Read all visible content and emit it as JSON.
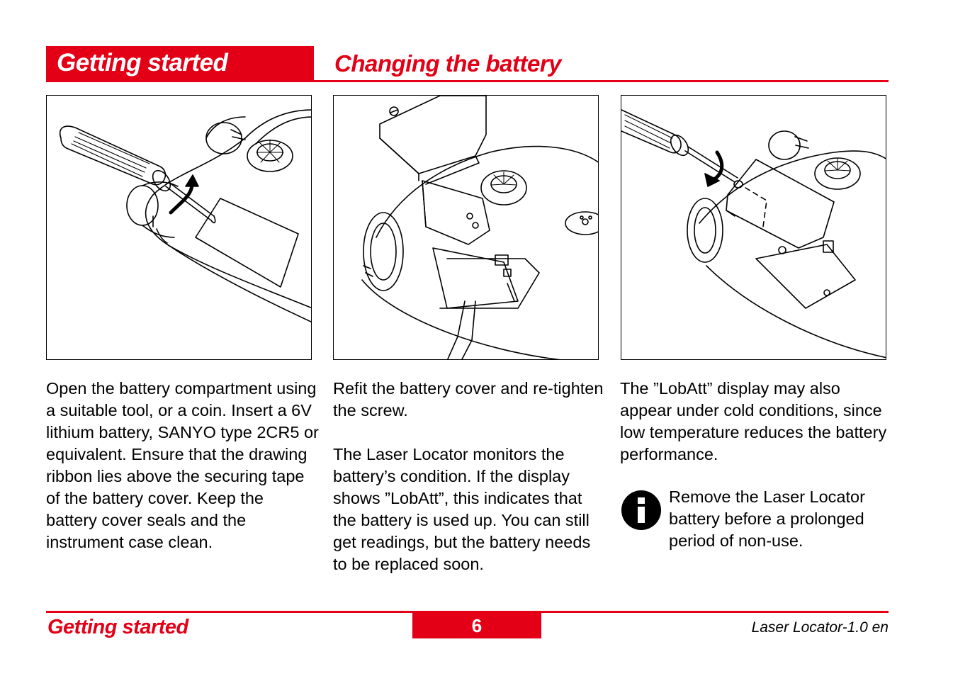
{
  "header": {
    "section_title": "Getting started",
    "page_title": "Changing the battery"
  },
  "columns": [
    {
      "paragraphs": [
        "Open the battery compartment using a suitable tool, or a coin. Insert a 6V lithium battery, SANYO type 2CR5 or equivalent. Ensure that the drawing ribbon lies above the securing tape of the battery cover. Keep the battery cover seals and the instrument case clean."
      ]
    },
    {
      "paragraphs": [
        "Refit the battery cover and re-tighten the screw.",
        "The Laser Locator monitors the battery’s condition. If the display shows ”LobAtt”, this indicates that the battery is used up. You can still get readings, but the battery needs to be replaced soon."
      ]
    },
    {
      "paragraphs": [
        "The ”LobAtt” display may also appear under cold conditions, since low temperature reduces the battery performance."
      ],
      "note": {
        "icon": "info-icon",
        "text": "Remove the Laser Locator battery before a prolonged period of non-use."
      }
    }
  ],
  "footer": {
    "section": "Getting started",
    "page_number": "6",
    "document": "Laser Locator-1.0 en"
  },
  "colors": {
    "accent": "#e30016"
  }
}
